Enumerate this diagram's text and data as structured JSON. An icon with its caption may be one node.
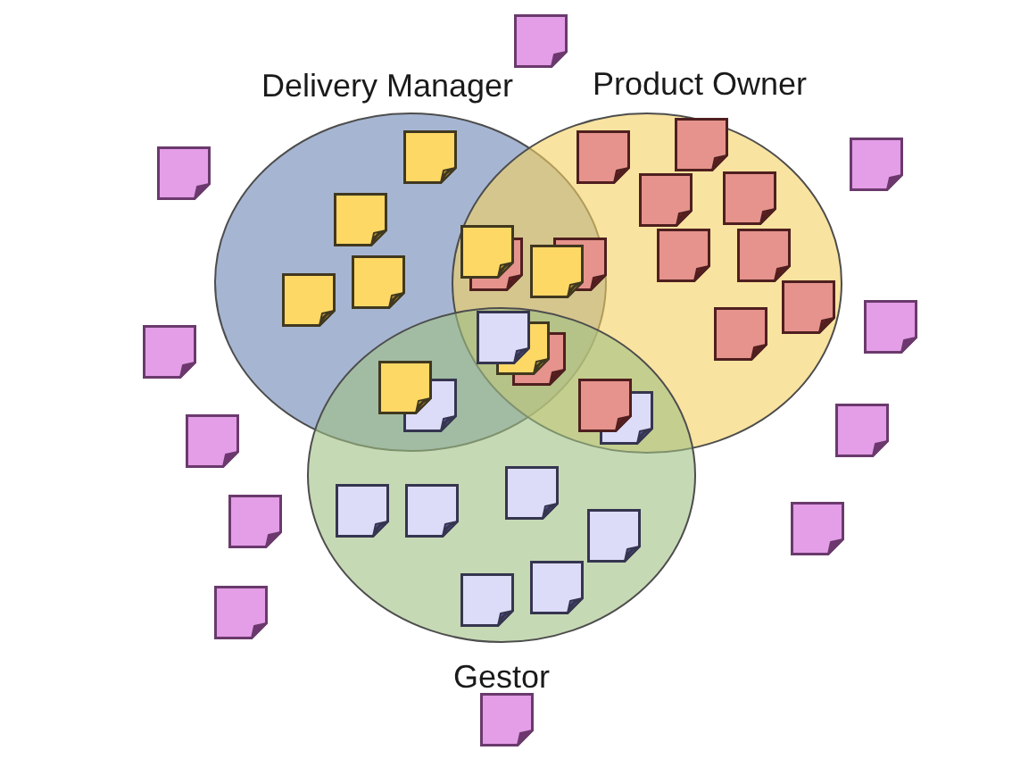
{
  "diagram": {
    "nodes": [
      {
        "text": [
          "Delivery Manager"
        ]
      },
      {
        "text": [
          "Product Owner"
        ]
      },
      {
        "text": [
          "Gestor"
        ]
      }
    ]
  }
}
